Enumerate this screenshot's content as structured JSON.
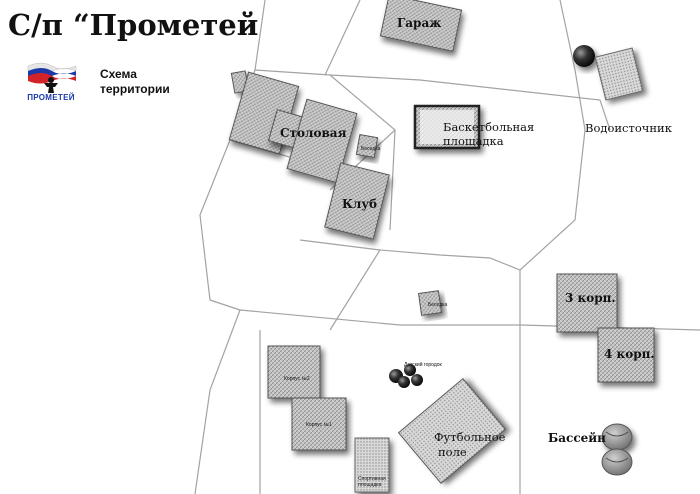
{
  "header": {
    "title": "С/п “Прометей",
    "legend_line1": "Схема",
    "legend_line2": "территории",
    "logo_text": "ПРОМЕТЕЙ",
    "logo_colors": {
      "white": "#ffffff",
      "blue": "#1b3aa8",
      "red": "#d3232a"
    }
  },
  "labels": {
    "garage": "Гараж",
    "dining": "Столовая",
    "gazebo_top": "Беседка",
    "club": "Клуб",
    "basketball_line1": "Баскетбольная",
    "basketball_line2": "площадка",
    "water": "Водоисточник",
    "gazebo_mid": "Беседка",
    "building3": "3 корп.",
    "building4": "4 корп.",
    "playground": "Детский городок",
    "korpus2": "Корпус №2",
    "korpus1": "Корпус №1",
    "football_line1": "Футбольное",
    "football_line2": "поле",
    "sports_line1": "Спортивная",
    "sports_line2": "площадка",
    "pool": "Бассейн"
  },
  "colors": {
    "building_fill": "#b9b9b9",
    "building_stroke": "#555555",
    "road": "#a0a0a0",
    "shadow": "#8a8a8a",
    "ink": "#111111"
  }
}
